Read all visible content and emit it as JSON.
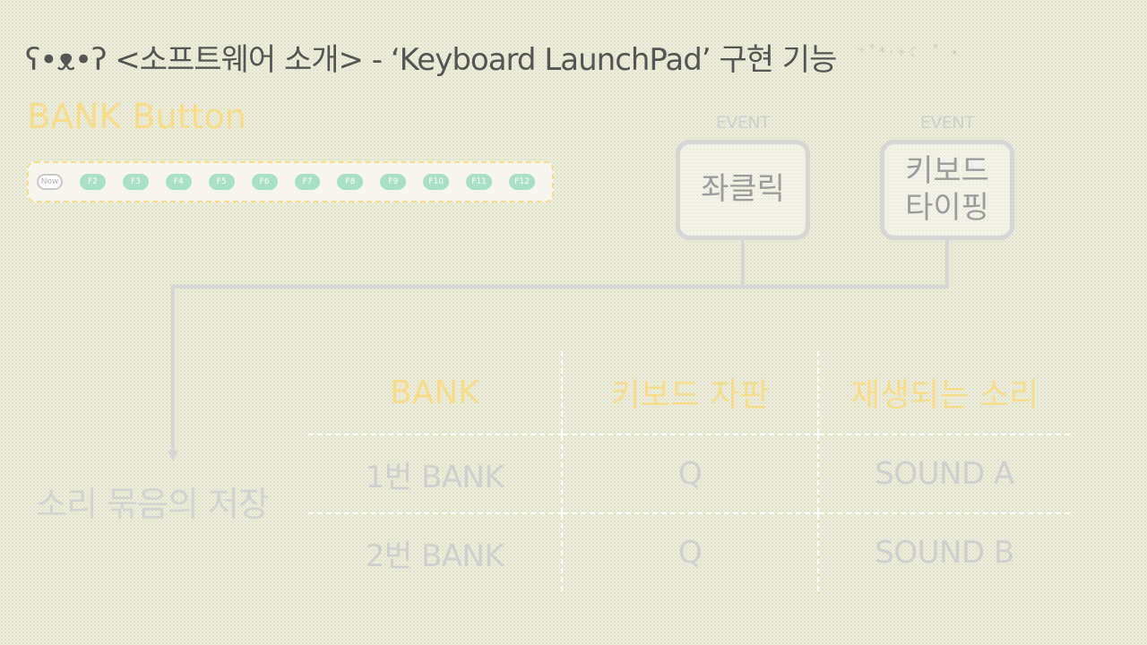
{
  "title": {
    "text": "ʕ•ᴥ•ʔ <소프트웨어 소개> - ‘Keyboard LaunchPad’ 구현 기능",
    "sparkles": "⁺˚*·༓☾ ˚ ⋆"
  },
  "bank_button": {
    "heading": "BANK Button",
    "keys": [
      "Now",
      "F2",
      "F3",
      "F4",
      "F5",
      "F6",
      "F7",
      "F8",
      "F9",
      "F10",
      "F11",
      "F12"
    ]
  },
  "events": [
    {
      "label": "EVENT",
      "action": "좌클릭"
    },
    {
      "label": "EVENT",
      "action_line1": "키보드",
      "action_line2": "타이핑"
    }
  ],
  "storage_label": "소리 묶음의 저장",
  "table": {
    "headers": [
      "BANK",
      "키보드 자판",
      "재생되는 소리"
    ],
    "rows": [
      [
        "1번 BANK",
        "Q",
        "SOUND A"
      ],
      [
        "2번 BANK",
        "Q",
        "SOUND B"
      ]
    ]
  },
  "colors": {
    "accent_yellow": "#f8dc8a",
    "key_mint": "#a8e0c6",
    "box_gray": "#d6d6d6"
  }
}
